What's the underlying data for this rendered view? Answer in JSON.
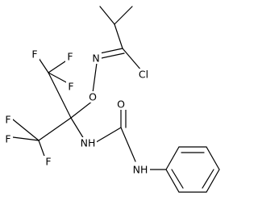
{
  "molecule": {
    "labels": {
      "f1": "F",
      "f2": "F",
      "f3": "F",
      "f4": "F",
      "f5": "F",
      "f6": "F",
      "o_ether": "O",
      "n_imine": "N",
      "cl": "Cl",
      "nh1": "NH",
      "nh2": "NH",
      "o_carbonyl": "O"
    },
    "colors": {
      "bond": "#000000",
      "label": "#000000",
      "background": "#ffffff"
    }
  }
}
